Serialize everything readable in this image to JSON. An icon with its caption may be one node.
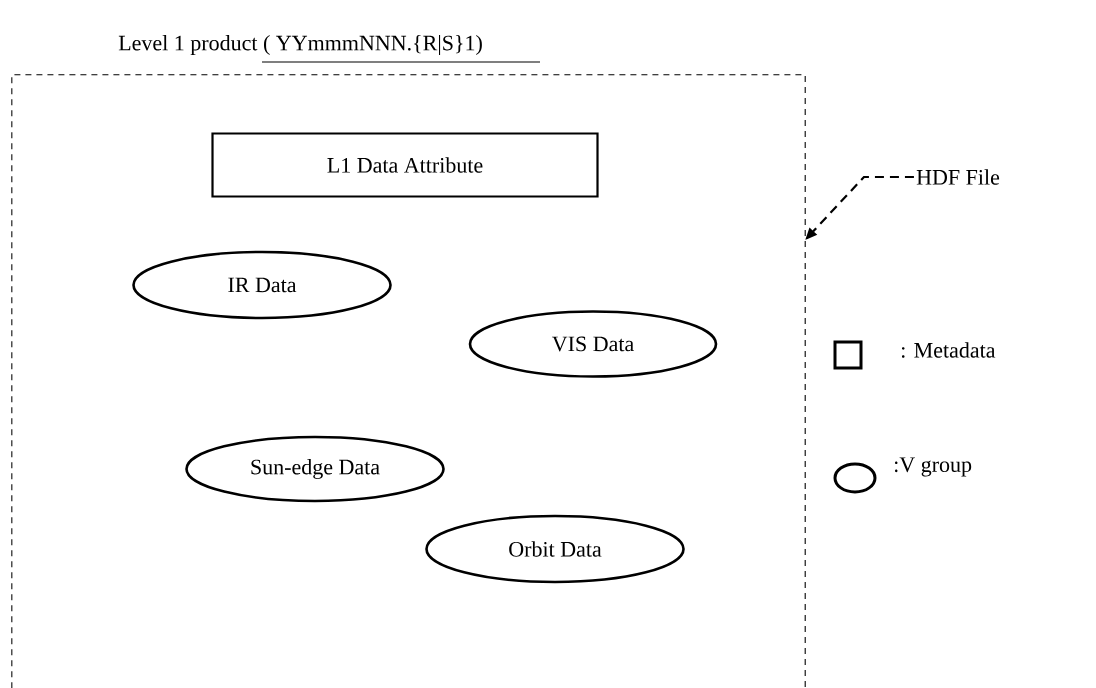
{
  "diagram": {
    "title": "Level 1 product ( YYmmmNNN.{R|S}1)",
    "nodes": [
      {
        "text": [],
        "shape": "box"
      },
      {
        "text": [
          "L1 Data Attribute"
        ],
        "in": 0
      },
      {
        "text": [
          "IR Data"
        ],
        "in": 0
      },
      {
        "text": [
          "VIS Data"
        ],
        "in": 0
      },
      {
        "text": [
          "Sun-edge Data"
        ],
        "in": 0
      },
      {
        "text": [
          "Orbit Data"
        ],
        "in": 0
      },
      {
        "text": [
          "HDF File"
        ]
      }
    ],
    "edges": [
      {
        "from": 6,
        "to": 0,
        "arrow": "to",
        "style": "dashed"
      }
    ],
    "legend": [
      {
        "text": ": Metadata"
      },
      {
        "text": ":V group"
      }
    ]
  }
}
